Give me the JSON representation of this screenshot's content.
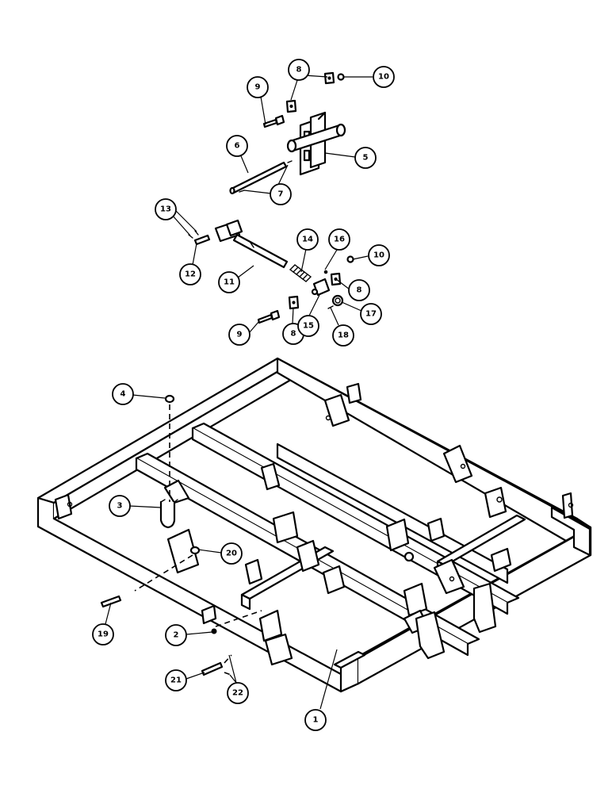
{
  "callouts": [
    {
      "id": "c1",
      "label": "1"
    },
    {
      "id": "c2",
      "label": "2"
    },
    {
      "id": "c3",
      "label": "3"
    },
    {
      "id": "c4",
      "label": "4"
    },
    {
      "id": "c5",
      "label": "5"
    },
    {
      "id": "c6",
      "label": "6"
    },
    {
      "id": "c7",
      "label": "7"
    },
    {
      "id": "c8a",
      "label": "8"
    },
    {
      "id": "c8b",
      "label": "8"
    },
    {
      "id": "c8c",
      "label": "8"
    },
    {
      "id": "c9a",
      "label": "9"
    },
    {
      "id": "c9b",
      "label": "9"
    },
    {
      "id": "c10a",
      "label": "10"
    },
    {
      "id": "c10b",
      "label": "10"
    },
    {
      "id": "c11",
      "label": "11"
    },
    {
      "id": "c12",
      "label": "12"
    },
    {
      "id": "c13",
      "label": "13"
    },
    {
      "id": "c14",
      "label": "14"
    },
    {
      "id": "c15",
      "label": "15"
    },
    {
      "id": "c16",
      "label": "16"
    },
    {
      "id": "c17",
      "label": "17"
    },
    {
      "id": "c18",
      "label": "18"
    },
    {
      "id": "c19",
      "label": "19"
    },
    {
      "id": "c20",
      "label": "20"
    },
    {
      "id": "c21",
      "label": "21"
    },
    {
      "id": "c22",
      "label": "22"
    }
  ],
  "colors": {
    "ink": "#000000",
    "paper": "#ffffff"
  }
}
